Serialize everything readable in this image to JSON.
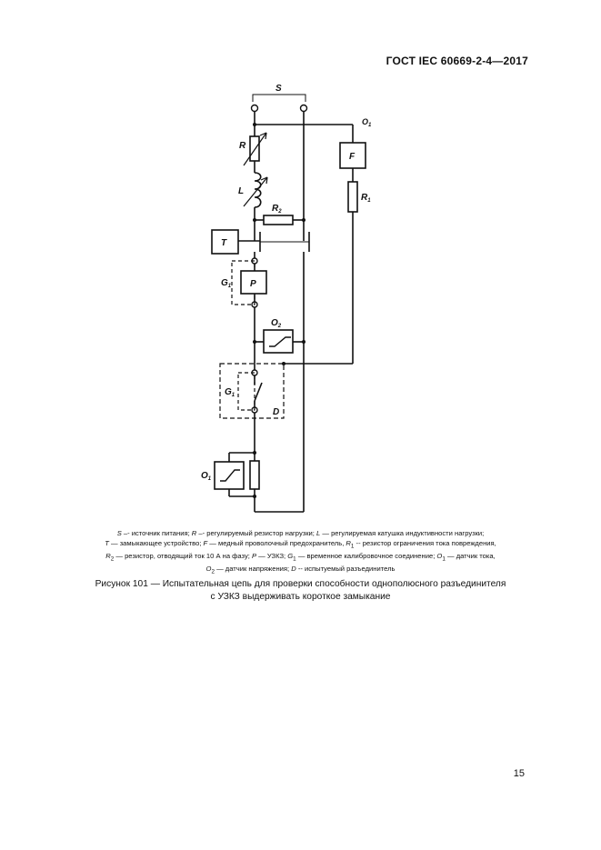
{
  "header": {
    "standard": "ГОСТ IEC 60669-2-4—2017"
  },
  "diagram": {
    "labels": {
      "S": "S",
      "O1": "O",
      "O1_sub": "1",
      "F": "F",
      "R": "R",
      "R1": "R",
      "R1_sub": "1",
      "L": "L",
      "R2": "R",
      "R2_sub": "2",
      "T": "T",
      "G1_top": "G",
      "G1_top_sub": "1",
      "P": "P",
      "O2": "O",
      "O2_sub": "2",
      "G1_bottom": "G",
      "G1_bottom_sub": "1",
      "D": "D",
      "O1_bottom": "O",
      "O1_bottom_sub": "1"
    }
  },
  "legend": {
    "line1": {
      "s": "S",
      "s_text": " –- источник питания; ",
      "r": "R",
      "r_text": " –- регулируемый резистор нагрузки; ",
      "l": "L",
      "l_text": " — регулируемая катушка индуктивности нагрузки;"
    },
    "line2": {
      "t": "T",
      "t_text": " — замыкающее устройство; ",
      "f": "F",
      "f_text": " — медный проволочный предохранитель, ",
      "r1": "R",
      "r1_sub": "1",
      "r1_text": " -- резистор ограничения тока повреждения,"
    },
    "line3": {
      "r2": "R",
      "r2_sub": "2",
      "r2_text": " — резистор, отводящий ток 10 А на фазу; ",
      "p": "P",
      "p_text": " — УЗКЗ; ",
      "g1": "G",
      "g1_sub": "1",
      "g1_text": " — временное калибровочное соединение; ",
      "o1": "O",
      "o1_sub": "1",
      "o1_text": " — датчик тока,"
    },
    "line4": {
      "o2": "O",
      "o2_sub": "2",
      "o2_text": " — датчик напряжения; ",
      "d": "D",
      "d_text": " -- испытуемый разъединитель"
    }
  },
  "caption": {
    "line1": "Рисунок 101 — Испытательная цепь для проверки способности однополюсного разъединителя",
    "line2": "с УЗКЗ выдерживать короткое замыкание"
  },
  "page_number": "15"
}
